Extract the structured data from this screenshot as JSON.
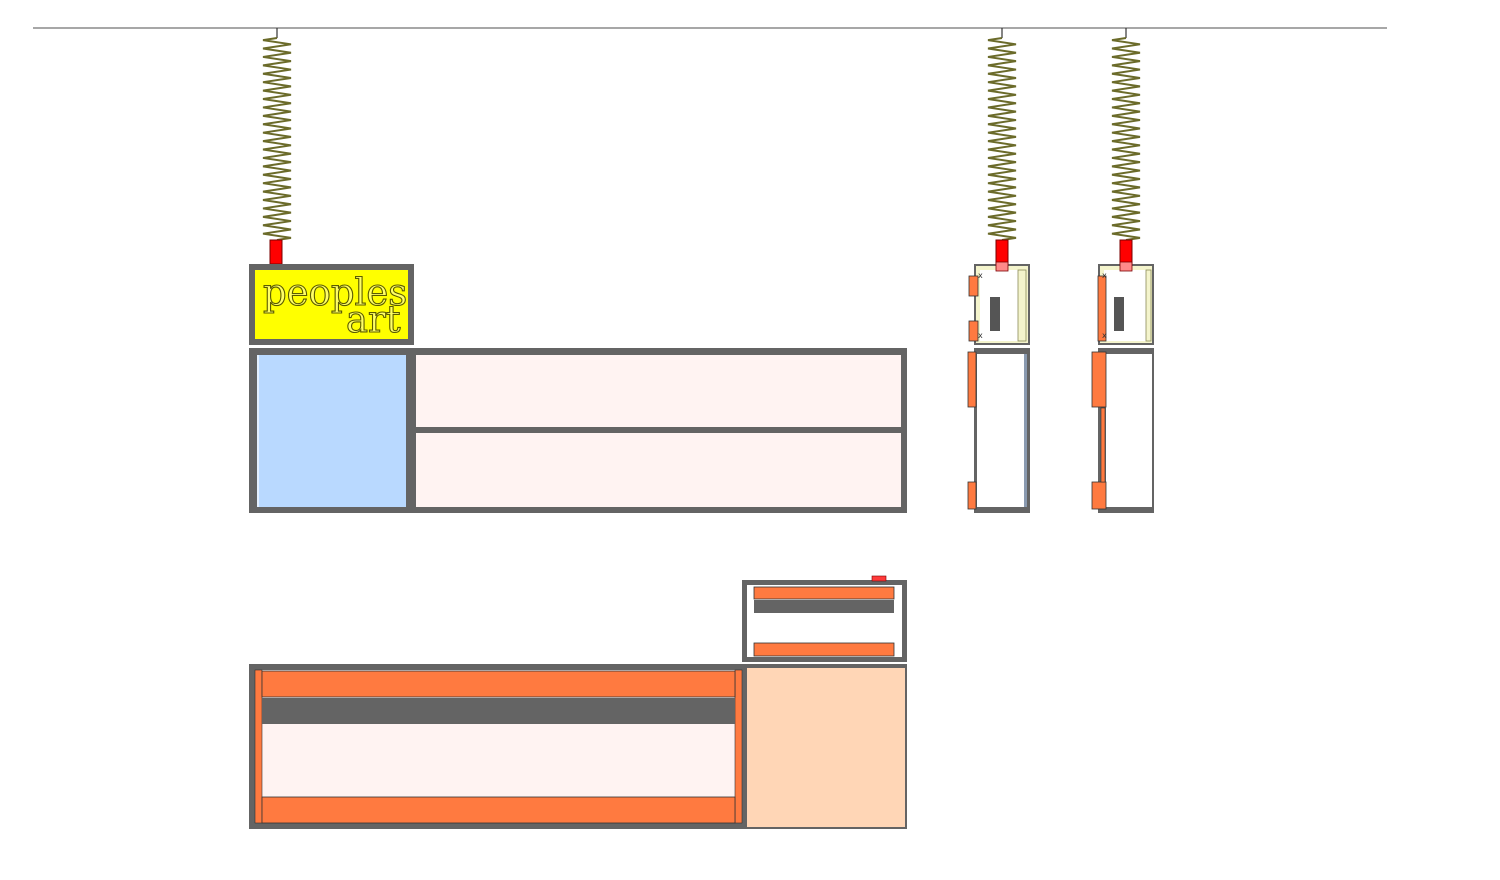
{
  "sign": {
    "line1": "peoples",
    "line2": "art"
  },
  "colors": {
    "frame": "#646464",
    "sign_fill": "#ffff00",
    "glass_blue": "#b9d9ff",
    "panel_pink": "#fff3f2",
    "orange": "#ff7a40",
    "peach": "#ffd6b6",
    "hook_red": "#ff0000",
    "hook_pink": "#ff8a8a",
    "spring": "#6b6b2a",
    "side_white": "#ffffff",
    "side_yellow": "#f4f4cc"
  },
  "views": [
    "front-elevation",
    "side-elevation-left",
    "side-elevation-right",
    "rear-elevation",
    "top-box"
  ]
}
